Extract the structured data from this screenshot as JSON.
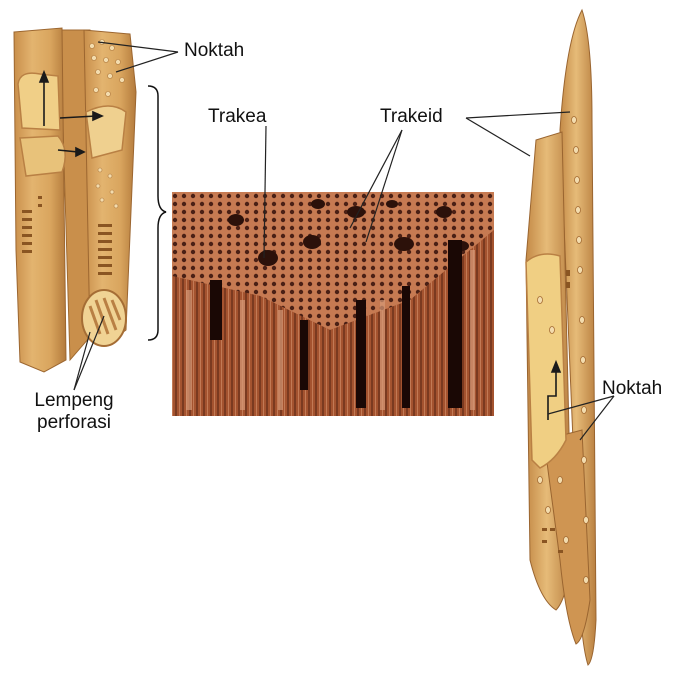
{
  "labels": {
    "noktah_top": "Noktah",
    "trakea": "Trakea",
    "trakeid": "Trakeid",
    "lempeng_line1": "Lempeng",
    "lempeng_line2": "perforasi",
    "noktah_right": "Noktah"
  },
  "colors": {
    "vessel_fill": "#d9a55e",
    "vessel_light": "#e8c07a",
    "vessel_dark": "#b9803f",
    "pit": "#f3dcae",
    "sem_base": "#a8542f",
    "sem_dark": "#3a1810",
    "ink": "#111111"
  }
}
